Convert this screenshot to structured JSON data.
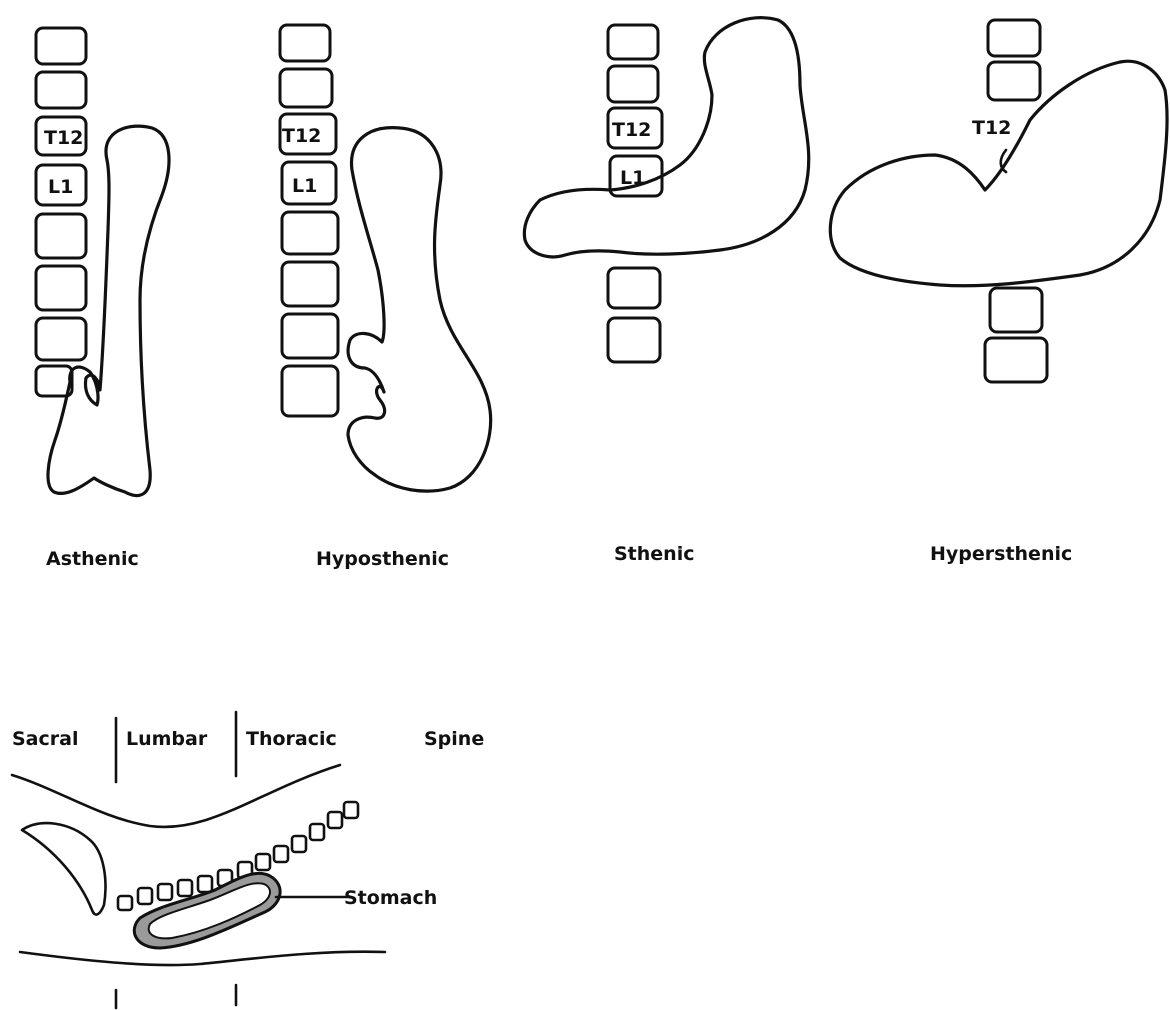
{
  "panels": [
    {
      "caption": "Asthenic"
    },
    {
      "caption": "Hyposthenic"
    },
    {
      "caption": "Sthenic"
    },
    {
      "caption": "Hypersthenic"
    }
  ],
  "vertebra_labels": {
    "t12": "T12",
    "l1": "L1"
  },
  "lateral_view": {
    "regions": [
      "Sacral",
      "Lumbar",
      "Thoracic"
    ],
    "spine_label": "Spine",
    "stomach_label": "Stomach"
  }
}
